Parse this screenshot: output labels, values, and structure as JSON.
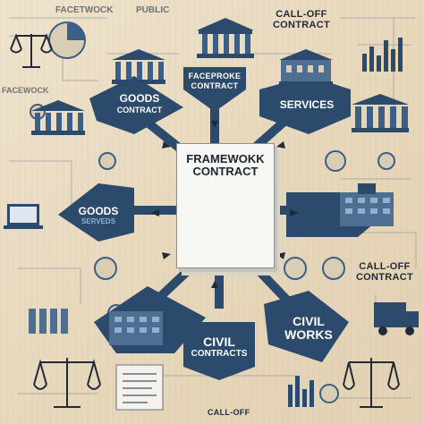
{
  "center_document": {
    "title_line1": "FRAMEWOKK",
    "title_line2": "CONTRACT"
  },
  "arrow_labels": {
    "top_left": {
      "line1": "GOODS",
      "line2": "CONTRACT"
    },
    "top_center": {
      "line1": "FACEPROKE",
      "line2": "CONTRACT"
    },
    "top_right": "SERVICES",
    "left": {
      "line1": "GOODS",
      "line2": "SERVEDS"
    },
    "bottom_left": {
      "line1": "CIVIL",
      "line2": "CONTRACTS"
    },
    "bottom_right": {
      "line1": "CIVIL",
      "line2": "WORKS"
    }
  },
  "corner_labels": {
    "top_left_heading": "FACETWOCK",
    "top_public": "PUBLIC",
    "top_right": {
      "line1": "CALL-OFF",
      "line2": "CONTRACT"
    },
    "left_side": "FACEWOCK",
    "right_side": {
      "line1": "CALL-OFF",
      "line2": "CONTRACT"
    },
    "bottom": "CALL-OFF"
  },
  "colors": {
    "arrow_navy": "#2c4a6b",
    "arrow_navy_dark": "#233b57",
    "line_blue": "#3b5f86",
    "paper": "#e9dcc4",
    "accent_light": "#8fb0cf"
  }
}
